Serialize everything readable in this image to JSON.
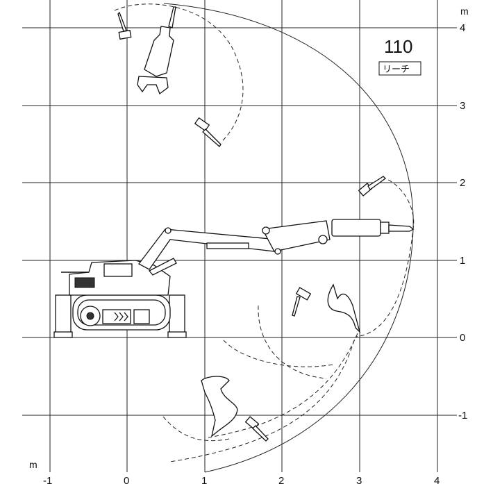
{
  "title": {
    "model": "110",
    "mode": "リーチ"
  },
  "axes": {
    "x_unit": "m",
    "y_unit": "m",
    "x_ticks": [
      "-1",
      "0",
      "1",
      "2",
      "3",
      "4"
    ],
    "y_ticks": [
      "4",
      "3",
      "2",
      "1",
      "0",
      "-1"
    ]
  },
  "colors": {
    "line": "#222222",
    "background": "#ffffff"
  }
}
